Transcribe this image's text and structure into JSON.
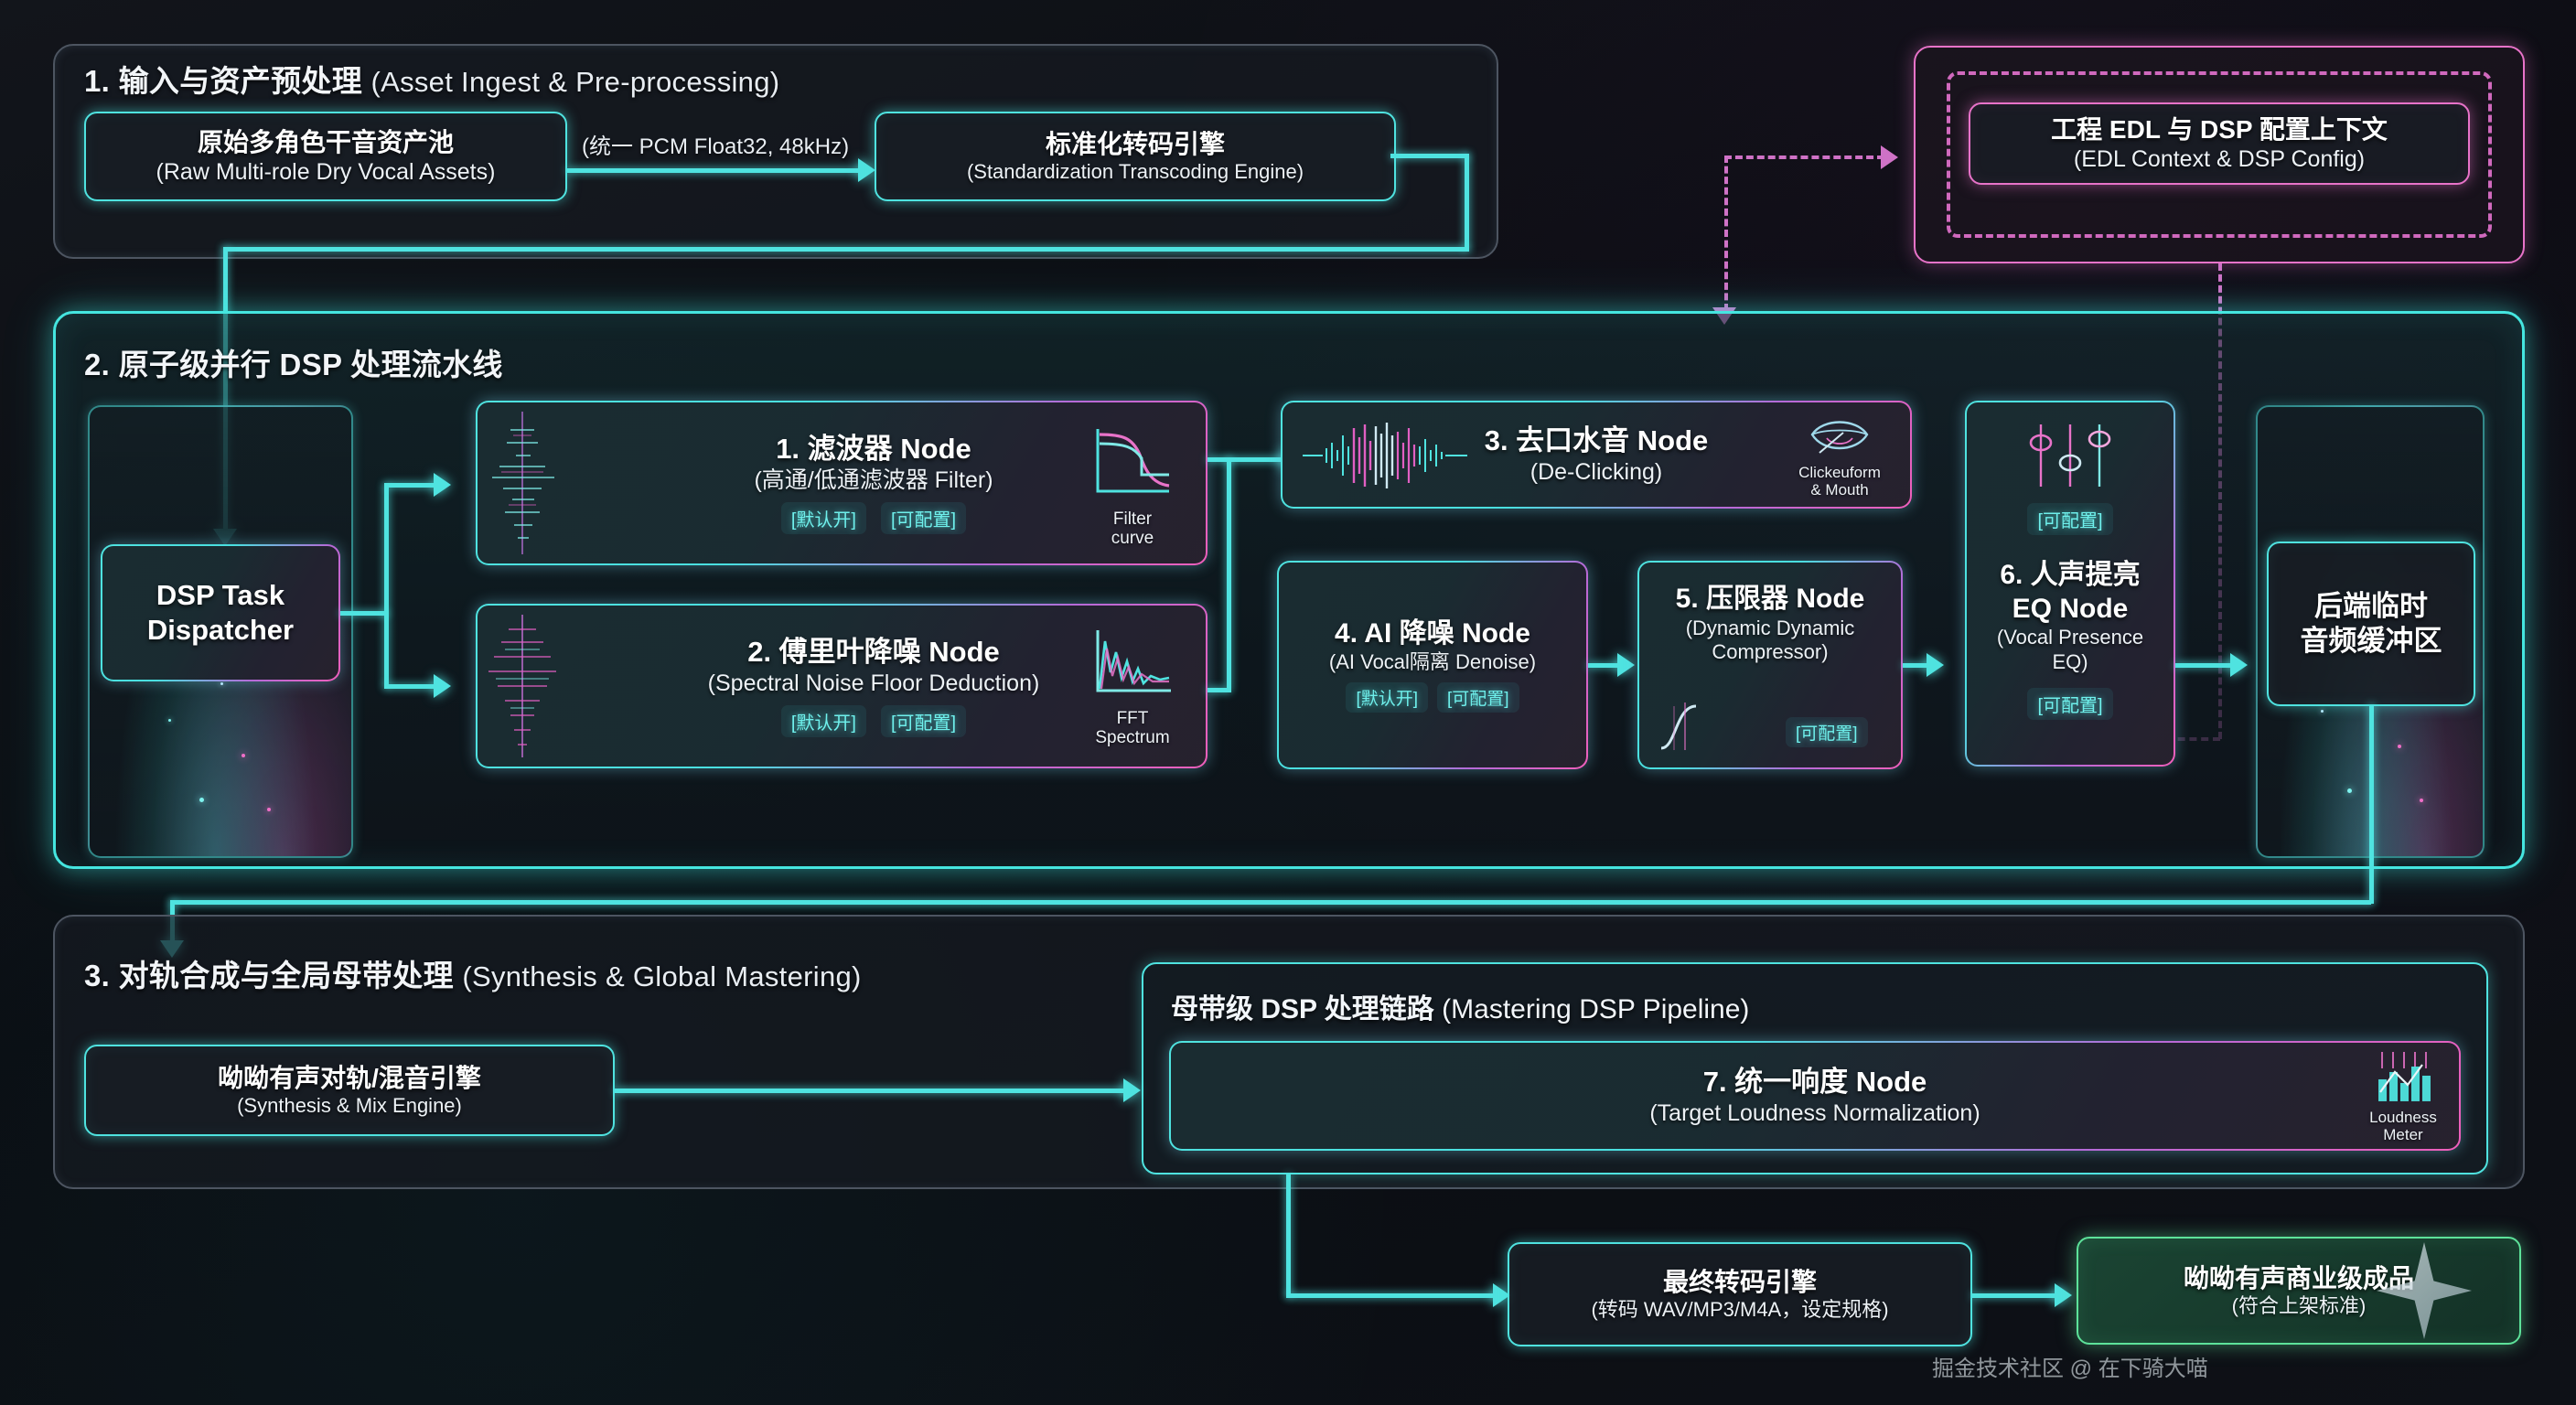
{
  "sections": {
    "s1": {
      "num": "1. ",
      "cn": "输入与资产预处理 ",
      "en": "(Asset Ingest & Pre-processing)"
    },
    "s2": {
      "num": "2. ",
      "cn": "原子级并行 DSP 处理流水线",
      "en": ""
    },
    "s3": {
      "num": "3. ",
      "cn": "对轨合成与全局母带处理 ",
      "en": "(Synthesis & Global Mastering)"
    }
  },
  "s1_boxes": {
    "raw_assets": {
      "cn": "原始多角色干音资产池",
      "en": "(Raw Multi-role Dry Vocal Assets)"
    },
    "transcode": {
      "cn": "标准化转码引擎",
      "en": "(Standardization Transcoding Engine)"
    },
    "edge_label": "(统一 PCM Float32, 48kHz)"
  },
  "edl": {
    "cn": "工程 EDL 与 DSP 配置上下文",
    "en": "(EDL Context & DSP Config)"
  },
  "dispatcher": {
    "l1": "DSP Task",
    "l2": "Dispatcher"
  },
  "buffer": {
    "l1": "后端临时",
    "l2": "音频缓冲区"
  },
  "nodes": [
    {
      "id": "filter",
      "cn": "1. 滤波器 Node",
      "en": "(高通/低通滤波器 Filter)",
      "tags": [
        "[默认开]",
        "[可配置]"
      ],
      "icon_label": "Filter\ncurve",
      "icon_name": "filter-curve-icon"
    },
    {
      "id": "fourier",
      "cn": "2. 傅里叶降噪 Node",
      "en": "(Spectral Noise Floor Deduction)",
      "tags": [
        "[默认开]",
        "[可配置]"
      ],
      "icon_label": "FFT\nSpectrum",
      "icon_name": "fft-spectrum-icon"
    },
    {
      "id": "declick",
      "cn": "3. 去口水音 Node",
      "en": "(De-Clicking)",
      "tags": [],
      "icon_label": "Clickeuform\n& Mouth",
      "icon_name": "mouth-icon"
    },
    {
      "id": "denoise",
      "cn": "4. AI 降噪 Node",
      "en": "(AI Vocal隔离 Denoise)",
      "tags": [
        "[默认开]",
        "[可配置]"
      ],
      "icon_label": "",
      "icon_name": ""
    },
    {
      "id": "compressor",
      "cn": "5. 压限器 Node",
      "en": "(Dynamic Dynamic Compressor)",
      "tags": [
        "[可配置]"
      ],
      "icon_label": "",
      "icon_name": "compressor-curve-icon"
    },
    {
      "id": "eq",
      "cn1": "6. 人声提亮",
      "cn2": "EQ Node",
      "en": "(Vocal Presence EQ)",
      "tag_top": "[可配置]",
      "tag_bottom": "[可配置]",
      "icon_name": "eq-sliders-icon"
    }
  ],
  "s3": {
    "mix_engine": {
      "cn": "呦呦有声对轨/混音引擎",
      "en": "(Synthesis & Mix Engine)"
    },
    "mastering_title": {
      "cn": "母带级 DSP 处理链路 ",
      "en": "(Mastering DSP Pipeline)"
    },
    "loudness": {
      "cn": "7. 统一响度 Node",
      "en": "(Target Loudness Normalization)",
      "icon_label": "Loudness\nMeter",
      "icon_name": "loudness-meter-icon"
    }
  },
  "output": {
    "final_transcode": {
      "cn": "最终转码引擎",
      "en": "(转码 WAV/MP3/M4A，设定规格)"
    },
    "product": {
      "cn": "呦呦有声商业级成品",
      "en": "(符合上架标准)"
    }
  },
  "watermark": "掘金技术社区 @ 在下骑大喵",
  "colors": {
    "cyan": "#4fe3e0",
    "pink": "#e873c9",
    "green": "#5de29a",
    "panel_border": "#4d5561",
    "bg": "#0b0d12"
  }
}
